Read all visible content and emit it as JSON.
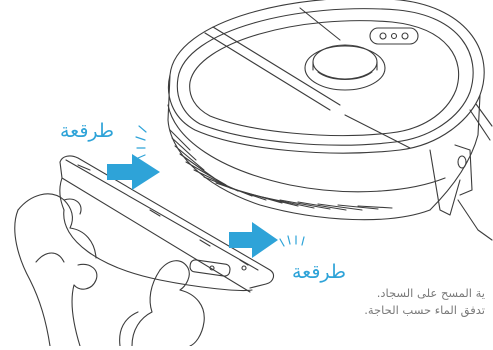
{
  "labels": {
    "click_top": "طرقعة",
    "click_bottom": "طرقعة"
  },
  "note": {
    "line1": "ية المسح على السجاد.",
    "line2": "تدفق الماء حسب الحاجة."
  },
  "colors": {
    "accent": "#2ea3d8",
    "line": "#3c3c3c",
    "text_muted": "#7a7a7a"
  },
  "icons": {
    "arrow_top": "arrow-right-icon",
    "arrow_bottom": "arrow-right-icon",
    "click_sound_top": "click-sound-lines-icon",
    "click_sound_bottom": "click-sound-lines-icon"
  }
}
